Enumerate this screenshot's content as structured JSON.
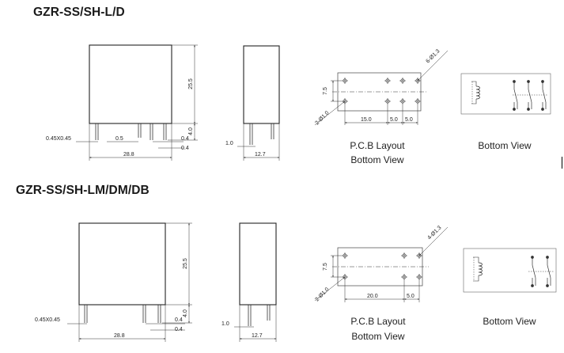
{
  "section1": {
    "title": "GZR-SS/SH-L/D",
    "front": {
      "height": "25.5",
      "pin_len": "4.0",
      "pin_size": "0.45X0.45",
      "pin_w": "0.5",
      "pin_gap_a": "0.4",
      "pin_gap_b": "0.4",
      "width": "28.8"
    },
    "side": {
      "pin": "1.0",
      "width": "12.7"
    },
    "pcb": {
      "hole_large": "6-Ø1.3",
      "hole_small": "2-Ø1.0",
      "pitch_v": "7.5",
      "dist_a": "15.0",
      "dist_b": "5.0",
      "dist_c": "5.0"
    },
    "pcb_caption": [
      "P.C.B Layout",
      "Bottom View"
    ],
    "schematic_caption": "Bottom View"
  },
  "section2": {
    "title": "GZR-SS/SH-LM/DM/DB",
    "front": {
      "height": "25.5",
      "pin_len": "4.0",
      "pin_size": "0.45X0.45",
      "pin_gap_a": "0.4",
      "pin_gap_b": "0.4",
      "width": "28.8"
    },
    "side": {
      "pin": "1.0",
      "width": "12.7"
    },
    "pcb": {
      "hole_large": "4-Ø1.3",
      "hole_small": "2-Ø1.0",
      "pitch_v": "7.5",
      "dist_a": "20.0",
      "dist_b": "5.0"
    },
    "pcb_caption": [
      "P.C.B Layout",
      "Bottom View"
    ],
    "schematic_caption": "Bottom View"
  }
}
